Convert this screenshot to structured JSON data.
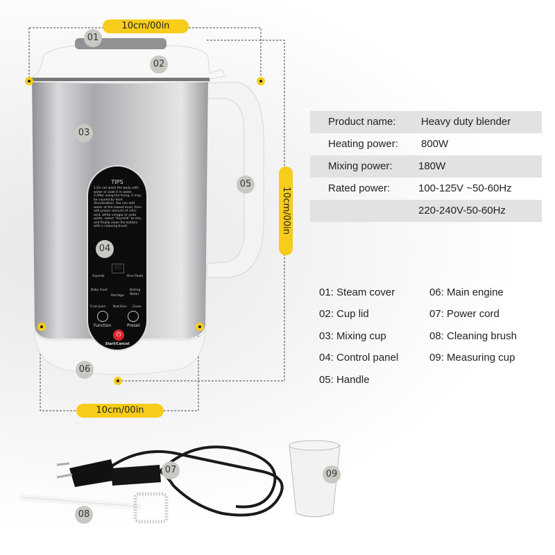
{
  "dimensions": {
    "top": "10cm/00in",
    "side": "10cm/00in",
    "bottom": "10cm/00in"
  },
  "markers": [
    "01",
    "02",
    "03",
    "04",
    "05",
    "06",
    "07",
    "08",
    "09"
  ],
  "panel": {
    "title": "TIPS",
    "tips": "1.Do not wash the body with water or soak it in water. 2.After using the lining, it may be caused by food discoloration. You can add water at the lowest level, then add proper amount of citric acid, white vinegar or soda water, select \"Soymilk\" to mix, and finally clean the bottom with a cleaning brush.",
    "display": "88",
    "buttons": [
      "Soymilk",
      "Rice Paste",
      "Baby Food",
      "Porridge",
      "Boiling Water",
      "Fruit Juice",
      "Nutrition",
      "Clean"
    ],
    "function_label": "Function",
    "preset_label": "Preset",
    "start_label": "Start/Cancel",
    "start_color": "#e0232b"
  },
  "specs": [
    {
      "label": "Product name:",
      "value": "Heavy duty blender"
    },
    {
      "label": "Heating power:",
      "value": "800W"
    },
    {
      "label": "Mixing power:",
      "value": "180W"
    },
    {
      "label": "Rated power:",
      "value": "100-125V ~50-60Hz"
    },
    {
      "label": "",
      "value": "220-240V-50-60Hz"
    }
  ],
  "parts": [
    {
      "num": "01:",
      "name": "Steam cover"
    },
    {
      "num": "02:",
      "name": "Cup lid"
    },
    {
      "num": "03:",
      "name": "Mixing cup"
    },
    {
      "num": "04:",
      "name": "Control panel"
    },
    {
      "num": "05:",
      "name": "Handle"
    },
    {
      "num": "06:",
      "name": "Main engine"
    },
    {
      "num": "07:",
      "name": "Power cord"
    },
    {
      "num": "08:",
      "name": "Cleaning brush"
    },
    {
      "num": "09:",
      "name": "Measuring cup"
    }
  ],
  "colors": {
    "accent": "#f7cc1a",
    "marker": "#c9c9c3",
    "row": "#e2e2e2"
  }
}
